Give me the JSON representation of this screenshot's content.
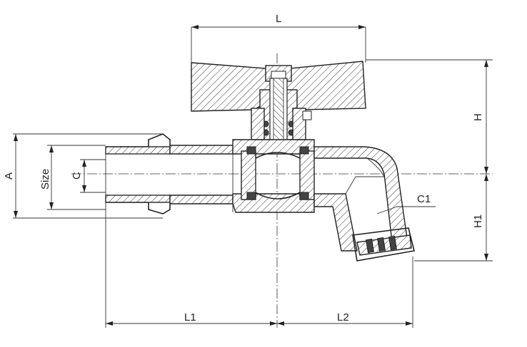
{
  "colors": {
    "line": "#222222",
    "background": "#ffffff"
  },
  "dimensions": {
    "L": "L",
    "H": "H",
    "H1": "H1",
    "A": "A",
    "Size": "Size",
    "C": "C",
    "C1": "C1",
    "L1": "L1",
    "L2": "L2"
  }
}
